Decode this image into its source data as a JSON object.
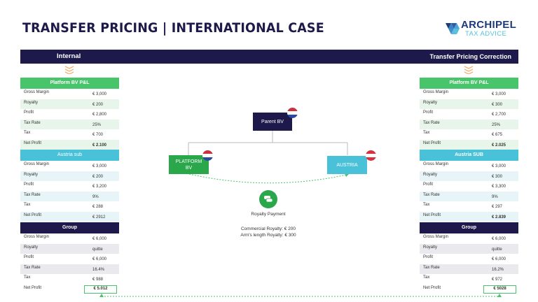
{
  "header": {
    "title": "TRANSFER PRICING | INTERNATIONAL CASE",
    "logo": {
      "line1": "ARCHIPEL",
      "line2": "TAX ADVICE"
    }
  },
  "bar": {
    "left_label": "Internal",
    "right_label": "Transfer Pricing Correction"
  },
  "colors": {
    "navy": "#1d1a4b",
    "green": "#48c46a",
    "blue": "#49c2d9",
    "accent_chevron": "#f2b37a"
  },
  "internal": {
    "platform": {
      "title": "Platform BV P&L",
      "rows": [
        {
          "label": "Gross Margin",
          "value": "€ 3,000"
        },
        {
          "label": "Royalty",
          "value": "€ 200"
        },
        {
          "label": "Profit",
          "value": "€ 2,800"
        },
        {
          "label": "Tax Rate",
          "value": "25%"
        },
        {
          "label": "Tax",
          "value": "€ 700"
        },
        {
          "label": "Net Profit",
          "value": "€ 2.100"
        }
      ]
    },
    "austria": {
      "title": "Austria sub",
      "rows": [
        {
          "label": "Gross Margin",
          "value": "€ 3,000"
        },
        {
          "label": "Royalty",
          "value": "€ 200"
        },
        {
          "label": "Profit",
          "value": "€ 3,200"
        },
        {
          "label": "Tax Rate",
          "value": "9%"
        },
        {
          "label": "Tax",
          "value": "€ 288"
        },
        {
          "label": "Net Profit",
          "value": "€ 2912"
        }
      ]
    },
    "group": {
      "title": "Group",
      "rows": [
        {
          "label": "Gross Margin",
          "value": "€ 6,000"
        },
        {
          "label": "Royalty",
          "value": "quitte"
        },
        {
          "label": "Profit",
          "value": "€ 6,000"
        },
        {
          "label": "Tax Rate",
          "value": "16.4%"
        },
        {
          "label": "Tax",
          "value": "€ 988"
        },
        {
          "label": "Net Profit",
          "value": "€ 5.012"
        }
      ]
    }
  },
  "correction": {
    "platform": {
      "title": "Platform BV P&L",
      "rows": [
        {
          "label": "Gross Margin",
          "value": "€ 3,000"
        },
        {
          "label": "Royalty",
          "value": "€ 300"
        },
        {
          "label": "Profit",
          "value": "€ 2,700"
        },
        {
          "label": "Tax Rate",
          "value": "25%"
        },
        {
          "label": "Tax",
          "value": "€ 675"
        },
        {
          "label": "Net Profit",
          "value": "€ 2.025"
        }
      ]
    },
    "austria": {
      "title": "Austria SUB",
      "rows": [
        {
          "label": "Gross Margin",
          "value": "€ 3,000"
        },
        {
          "label": "Royalty",
          "value": "€ 300"
        },
        {
          "label": "Profit",
          "value": "€ 3,300"
        },
        {
          "label": "Tax Rate",
          "value": "9%"
        },
        {
          "label": "Tax",
          "value": "€ 297"
        },
        {
          "label": "Net Profit",
          "value": "€ 2.839"
        }
      ]
    },
    "group": {
      "title": "Group",
      "rows": [
        {
          "label": "Gross Margin",
          "value": "€ 6,000"
        },
        {
          "label": "Royalty",
          "value": "quitte"
        },
        {
          "label": "Profit",
          "value": "€ 6,000"
        },
        {
          "label": "Tax Rate",
          "value": "16.2%"
        },
        {
          "label": "Tax",
          "value": "€ 972"
        },
        {
          "label": "Net Profit",
          "value": "€ 5028"
        }
      ]
    }
  },
  "diagram": {
    "parent": "Parent BV",
    "platform": "PLATFORM BV",
    "austria": "AUSTRIA",
    "royalty_label": "Royalty Payment",
    "commercial": "Commercial Royalty: € 200",
    "arms_length": "Arm's length Royalty: € 300",
    "coin_icon": "coins-icon"
  }
}
